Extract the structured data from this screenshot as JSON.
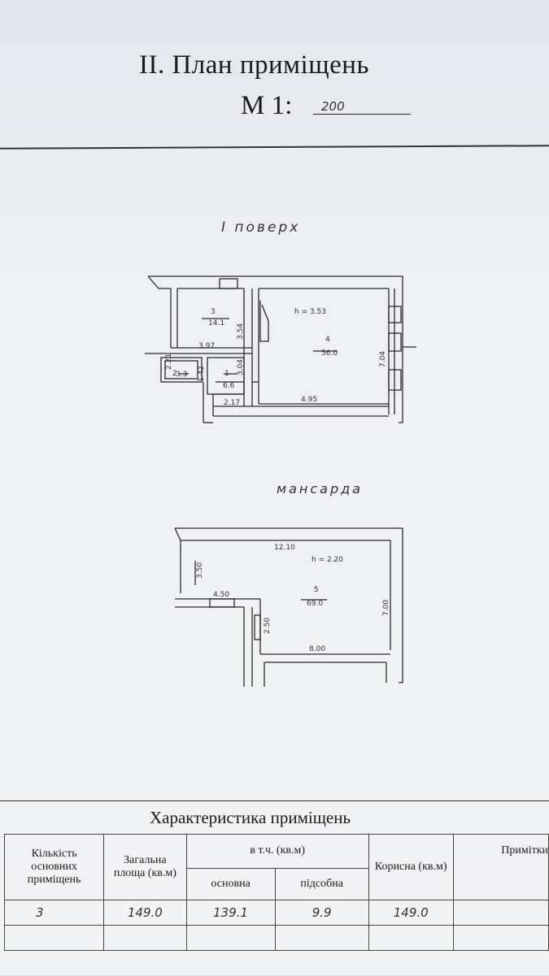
{
  "header": {
    "title": "II. План приміщень",
    "scale_prefix": "М 1:",
    "scale_value": "200"
  },
  "floors": [
    {
      "label": "I поверх",
      "height_note": "h = 3.53",
      "rooms": [
        {
          "number": "3",
          "area": "14.1"
        },
        {
          "number": "4",
          "area": "56.0"
        },
        {
          "number": "2",
          "area": "3.3"
        },
        {
          "number": "1",
          "area": "6.6"
        }
      ],
      "dimensions": [
        "3.97",
        "3.54",
        "7.04",
        "4.95",
        "2.17",
        "3.04",
        "2.21",
        "1.42"
      ]
    },
    {
      "label": "мансарда",
      "height_note": "h = 2.20",
      "rooms": [
        {
          "number": "5",
          "area": "69.0"
        }
      ],
      "dimensions": [
        "12.10",
        "3.50",
        "4.50",
        "2.50",
        "7.00",
        "8.00"
      ]
    }
  ],
  "characteristics": {
    "title": "Характеристика приміщень",
    "headers": {
      "count": "Кількість основних приміщень",
      "total_area": "Загальна площа (кв.м)",
      "including": "в т.ч. (кв.м)",
      "main": "основна",
      "auxiliary": "підсобна",
      "useful": "Корисна (кв.м)",
      "notes": "Примітки"
    },
    "row": {
      "count": "3",
      "total_area": "149.0",
      "main": "139.1",
      "auxiliary": "9.9",
      "useful": "149.0",
      "notes": ""
    }
  }
}
